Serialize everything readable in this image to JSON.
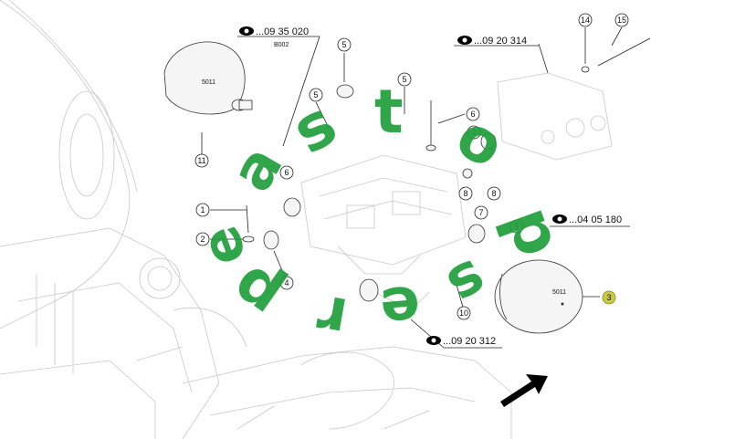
{
  "references": {
    "ref_top_left": "...09 35 020",
    "ref_top_left_sub": "B002",
    "ref_top_right": "...09 20 314",
    "ref_right": "...04 05 180",
    "ref_bottom": "...09 20 312"
  },
  "part_labels": {
    "accumulator_top_label": "5011",
    "accumulator_right_label": "5011"
  },
  "callouts": {
    "c1": "1",
    "c2a": "2",
    "c2b": "2",
    "c3": "3",
    "c4": "4",
    "c5a": "5",
    "c5b": "5",
    "c5c": "5",
    "c5d": "5",
    "c6a": "6",
    "c6b": "6",
    "c7": "7",
    "c8a": "8",
    "c8b": "8",
    "c10": "10",
    "c11": "11",
    "c14": "14",
    "c15": "15"
  },
  "watermark": [
    "a",
    "s",
    "t",
    "o",
    "p",
    "s",
    "e",
    "r",
    "p",
    "e"
  ],
  "colors": {
    "highlight": "#c9c94a",
    "watermark": "#1f9e3a"
  },
  "icons": [
    "eye-icon",
    "direction-arrow-icon"
  ]
}
